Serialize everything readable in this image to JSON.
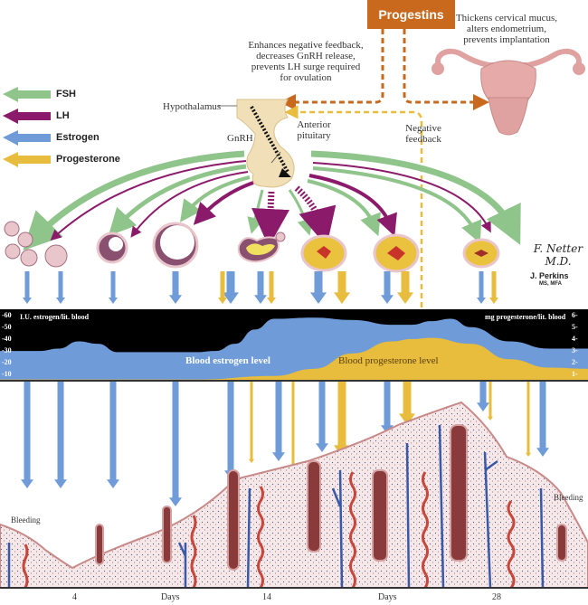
{
  "title_box": {
    "label": "Progestins"
  },
  "annotations": {
    "left_effect": [
      "Enhances negative feedback,",
      "decreases GnRH release,",
      "prevents LH surge required",
      "for ovulation"
    ],
    "right_effect": [
      "Thickens cervical mucus,",
      "alters endometrium,",
      "prevents implantation"
    ],
    "hypothalamus": "Hypothalamus",
    "gnrh": "GnRH",
    "anterior_pituitary": [
      "Anterior",
      "pituitary"
    ],
    "negative_feedback": [
      "Negative",
      "feedback"
    ]
  },
  "legend": [
    {
      "label": "FSH",
      "color": "#8fc48a"
    },
    {
      "label": "LH",
      "color": "#8b1a6b"
    },
    {
      "label": "Estrogen",
      "color": "#6f9bd8"
    },
    {
      "label": "Progesterone",
      "color": "#e8bc3c"
    }
  ],
  "colors": {
    "fsh": "#8fc48a",
    "lh": "#8b1a6b",
    "estrogen": "#6f9bd8",
    "progesterone": "#e8bc3c",
    "progestins": "#c8691e",
    "feedback": "#e8bc3c",
    "chart_bg": "#000000",
    "pituitary": "#f1dfb8",
    "uterus": "#e0a2a0",
    "endometrium": "#f5e4e4"
  },
  "chart_data": {
    "type": "area",
    "title": "",
    "left_axis_label": "I.U. estrogen/lit. blood",
    "right_axis_label": "mg progesterone/lit. blood",
    "left_ticks": [
      "60",
      "50",
      "40",
      "30",
      "20",
      "10"
    ],
    "right_ticks": [
      "6",
      "5",
      "4",
      "3",
      "2",
      "1"
    ],
    "left_range": [
      5,
      65
    ],
    "right_range": [
      0.5,
      6.5
    ],
    "x_range": [
      0,
      30
    ],
    "series": [
      {
        "name": "Blood estrogen level",
        "unit": "I.U./lit.",
        "x": [
          0,
          2,
          3,
          4,
          5,
          6,
          8,
          10,
          11,
          12,
          13,
          14,
          16,
          18,
          20,
          21,
          22,
          23,
          24,
          26,
          28,
          30
        ],
        "values": [
          30,
          30,
          32,
          38,
          36,
          29,
          29,
          29,
          30,
          36,
          48,
          57,
          58,
          56,
          52,
          52,
          55,
          57,
          50,
          38,
          32,
          32
        ]
      },
      {
        "name": "Blood progesterone level",
        "unit": "mg/lit.",
        "x": [
          0,
          10,
          14,
          16,
          18,
          20,
          21,
          22,
          24,
          26,
          28,
          30
        ],
        "values": [
          0.6,
          0.6,
          0.9,
          1.5,
          2.8,
          3.8,
          4.0,
          4.1,
          3.6,
          2.3,
          1.6,
          1.5
        ]
      }
    ]
  },
  "follicle_arrows": {
    "estrogen_sizes": [
      "sm",
      "sm",
      "sm",
      "md",
      "lg",
      "md",
      "lg",
      "md",
      "sm",
      "sm"
    ],
    "progesterone_sizes": [
      "sm",
      "sm",
      "lg",
      "lg",
      "sm",
      "sm"
    ]
  },
  "days_axis": {
    "ticks": [
      "4",
      "14",
      "28"
    ],
    "labels": [
      "Days",
      "Days"
    ]
  },
  "bleeding_labels": [
    "Bleeding",
    "Bleeding"
  ],
  "signature": {
    "name": "J. Perkins",
    "credentials": "MS, MFA",
    "artist_mark": "F. Netter M.D."
  }
}
